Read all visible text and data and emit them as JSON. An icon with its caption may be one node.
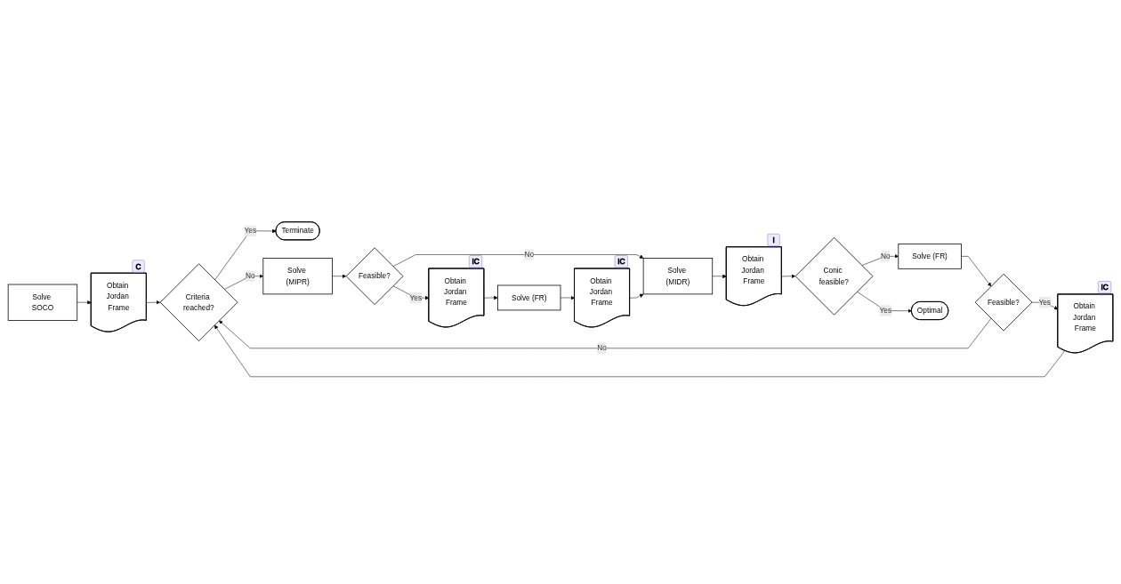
{
  "diagram": {
    "nodes": [
      {
        "text": [
          "Solve SOCO"
        ]
      },
      {
        "text": [
          "Obtain Jordan Frame"
        ],
        "beside": [
          "C"
        ]
      },
      {
        "text": [
          "Criteria reached?"
        ]
      },
      {
        "text": [
          "Terminate"
        ]
      },
      {
        "text": [
          "Obtain Jordan Frame"
        ],
        "beside": [
          "IC"
        ]
      },
      {
        "text": [
          "Feasible?"
        ]
      },
      {
        "text": [
          "Solve (FR)"
        ]
      },
      {
        "text": [
          "Conic feasible?"
        ]
      },
      {
        "text": [
          "Optimal"
        ]
      },
      {
        "text": [
          "Solve (MIPR)"
        ]
      },
      {
        "text": [
          "Feasible?"
        ]
      },
      {
        "text": [
          "Solve (MIDR)"
        ]
      },
      {
        "text": [
          "Obtain Jordan Frame"
        ],
        "beside": [
          "I"
        ]
      },
      {
        "text": [
          "Obtain Jordan Frame"
        ],
        "beside": [
          "IC"
        ]
      },
      {
        "text": [
          "Solve (FR)"
        ]
      },
      {
        "text": [
          "Obtain Jordan Frame"
        ],
        "beside": [
          "IC"
        ]
      }
    ],
    "edges": [
      {
        "from": 0,
        "to": 1,
        "arrow": "to"
      },
      {
        "from": 1,
        "to": 2,
        "arrow": "to"
      },
      {
        "from": 2,
        "to": 9,
        "label": "No",
        "arrow": "to"
      },
      {
        "from": 2,
        "to": 3,
        "label": "Yes",
        "arrow": "to"
      },
      {
        "from": 9,
        "to": 10,
        "arrow": "to"
      },
      {
        "from": 10,
        "to": 11,
        "label": "No",
        "arrow": "to"
      },
      {
        "from": 10,
        "to": 13,
        "label": "Yes",
        "arrow": "to"
      },
      {
        "from": 13,
        "to": 14,
        "arrow": "to"
      },
      {
        "from": 14,
        "to": 15,
        "arrow": "to"
      },
      {
        "from": 15,
        "to": 11,
        "arrow": "to"
      },
      {
        "from": 11,
        "to": 12,
        "arrow": "to"
      },
      {
        "from": 12,
        "to": 7,
        "arrow": "to"
      },
      {
        "from": 7,
        "to": 8,
        "label": "Yes",
        "arrow": "to"
      },
      {
        "from": 7,
        "to": 6,
        "label": "No",
        "arrow": "to"
      },
      {
        "from": 6,
        "to": 5,
        "arrow": "to"
      },
      {
        "from": 5,
        "to": 4,
        "label": "Yes",
        "arrow": "to"
      },
      {
        "from": 5,
        "to": 2,
        "label": "No",
        "arrow": "to"
      },
      {
        "from": 4,
        "to": 2,
        "arrow": "to"
      }
    ]
  }
}
